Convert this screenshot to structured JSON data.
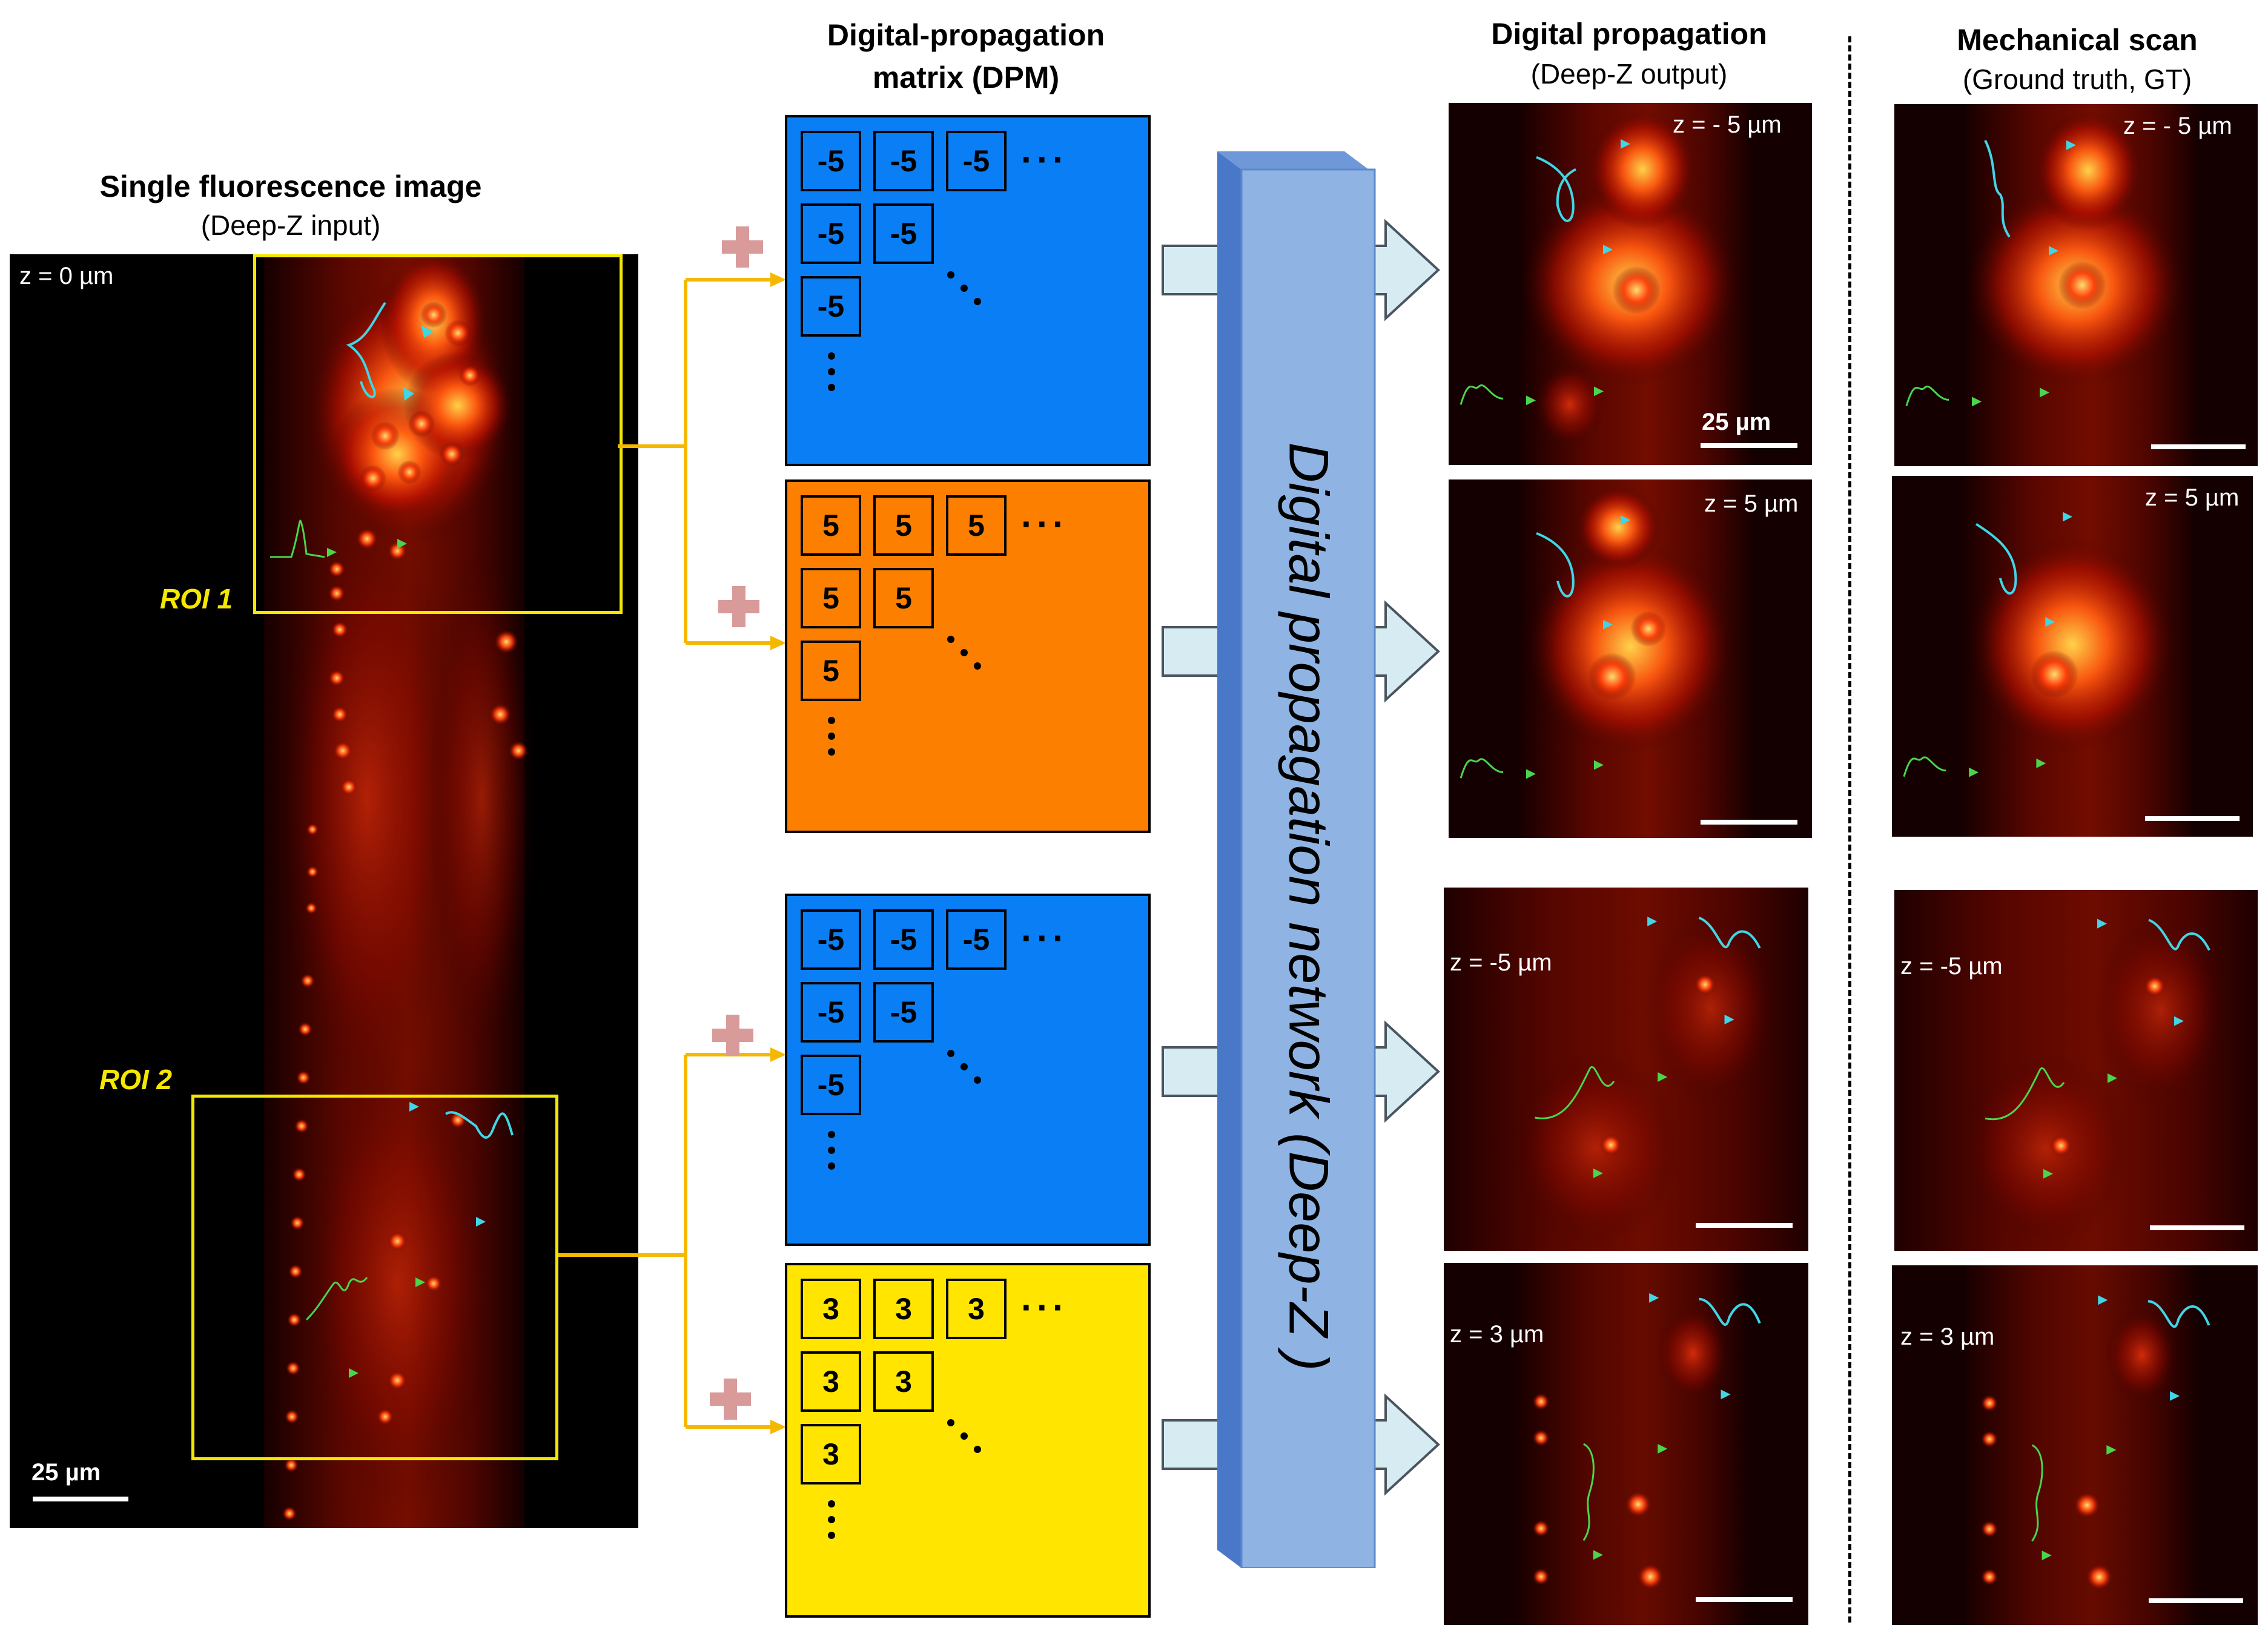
{
  "input_panel": {
    "title": "Single fluorescence image",
    "subtitle": "(Deep-Z input)",
    "z_label": "z = 0 µm",
    "scale_label": "25 µm",
    "roi1_label": "ROI 1",
    "roi2_label": "ROI 2"
  },
  "dpm_section": {
    "title_line1": "Digital-propagation",
    "title_line2": "matrix (DPM)",
    "matrices": [
      {
        "value": "-5",
        "color": "#0a7ef5"
      },
      {
        "value": "5",
        "color": "#fc7f00"
      },
      {
        "value": "-5",
        "color": "#0a7ef5"
      },
      {
        "value": "3",
        "color": "#ffe500"
      }
    ],
    "ellipsis": "···"
  },
  "network": {
    "label": "Digital propagation network (Deep-Z )",
    "color": "#8fb4e3"
  },
  "output_section": {
    "title": "Digital propagation",
    "subtitle": "(Deep-Z output)",
    "panels": [
      {
        "z_label": "z = - 5 µm",
        "scale_label": "25 µm"
      },
      {
        "z_label": "z = 5 µm"
      },
      {
        "z_label": "z = -5 µm"
      },
      {
        "z_label": "z = 3 µm"
      }
    ]
  },
  "gt_section": {
    "title": "Mechanical scan",
    "subtitle": "(Ground truth, GT)",
    "panels": [
      {
        "z_label": "z = - 5 µm"
      },
      {
        "z_label": "z = 5 µm"
      },
      {
        "z_label": "z = -5 µm"
      },
      {
        "z_label": "z = 3 µm"
      }
    ]
  },
  "colors": {
    "roi_box": "#f5e800",
    "connector": "#f5b800",
    "plus": "#d99a9a",
    "arrow_fill": "#d6ecf2",
    "profile_cyan": "#3fd6e6",
    "profile_green": "#4ad64a"
  }
}
